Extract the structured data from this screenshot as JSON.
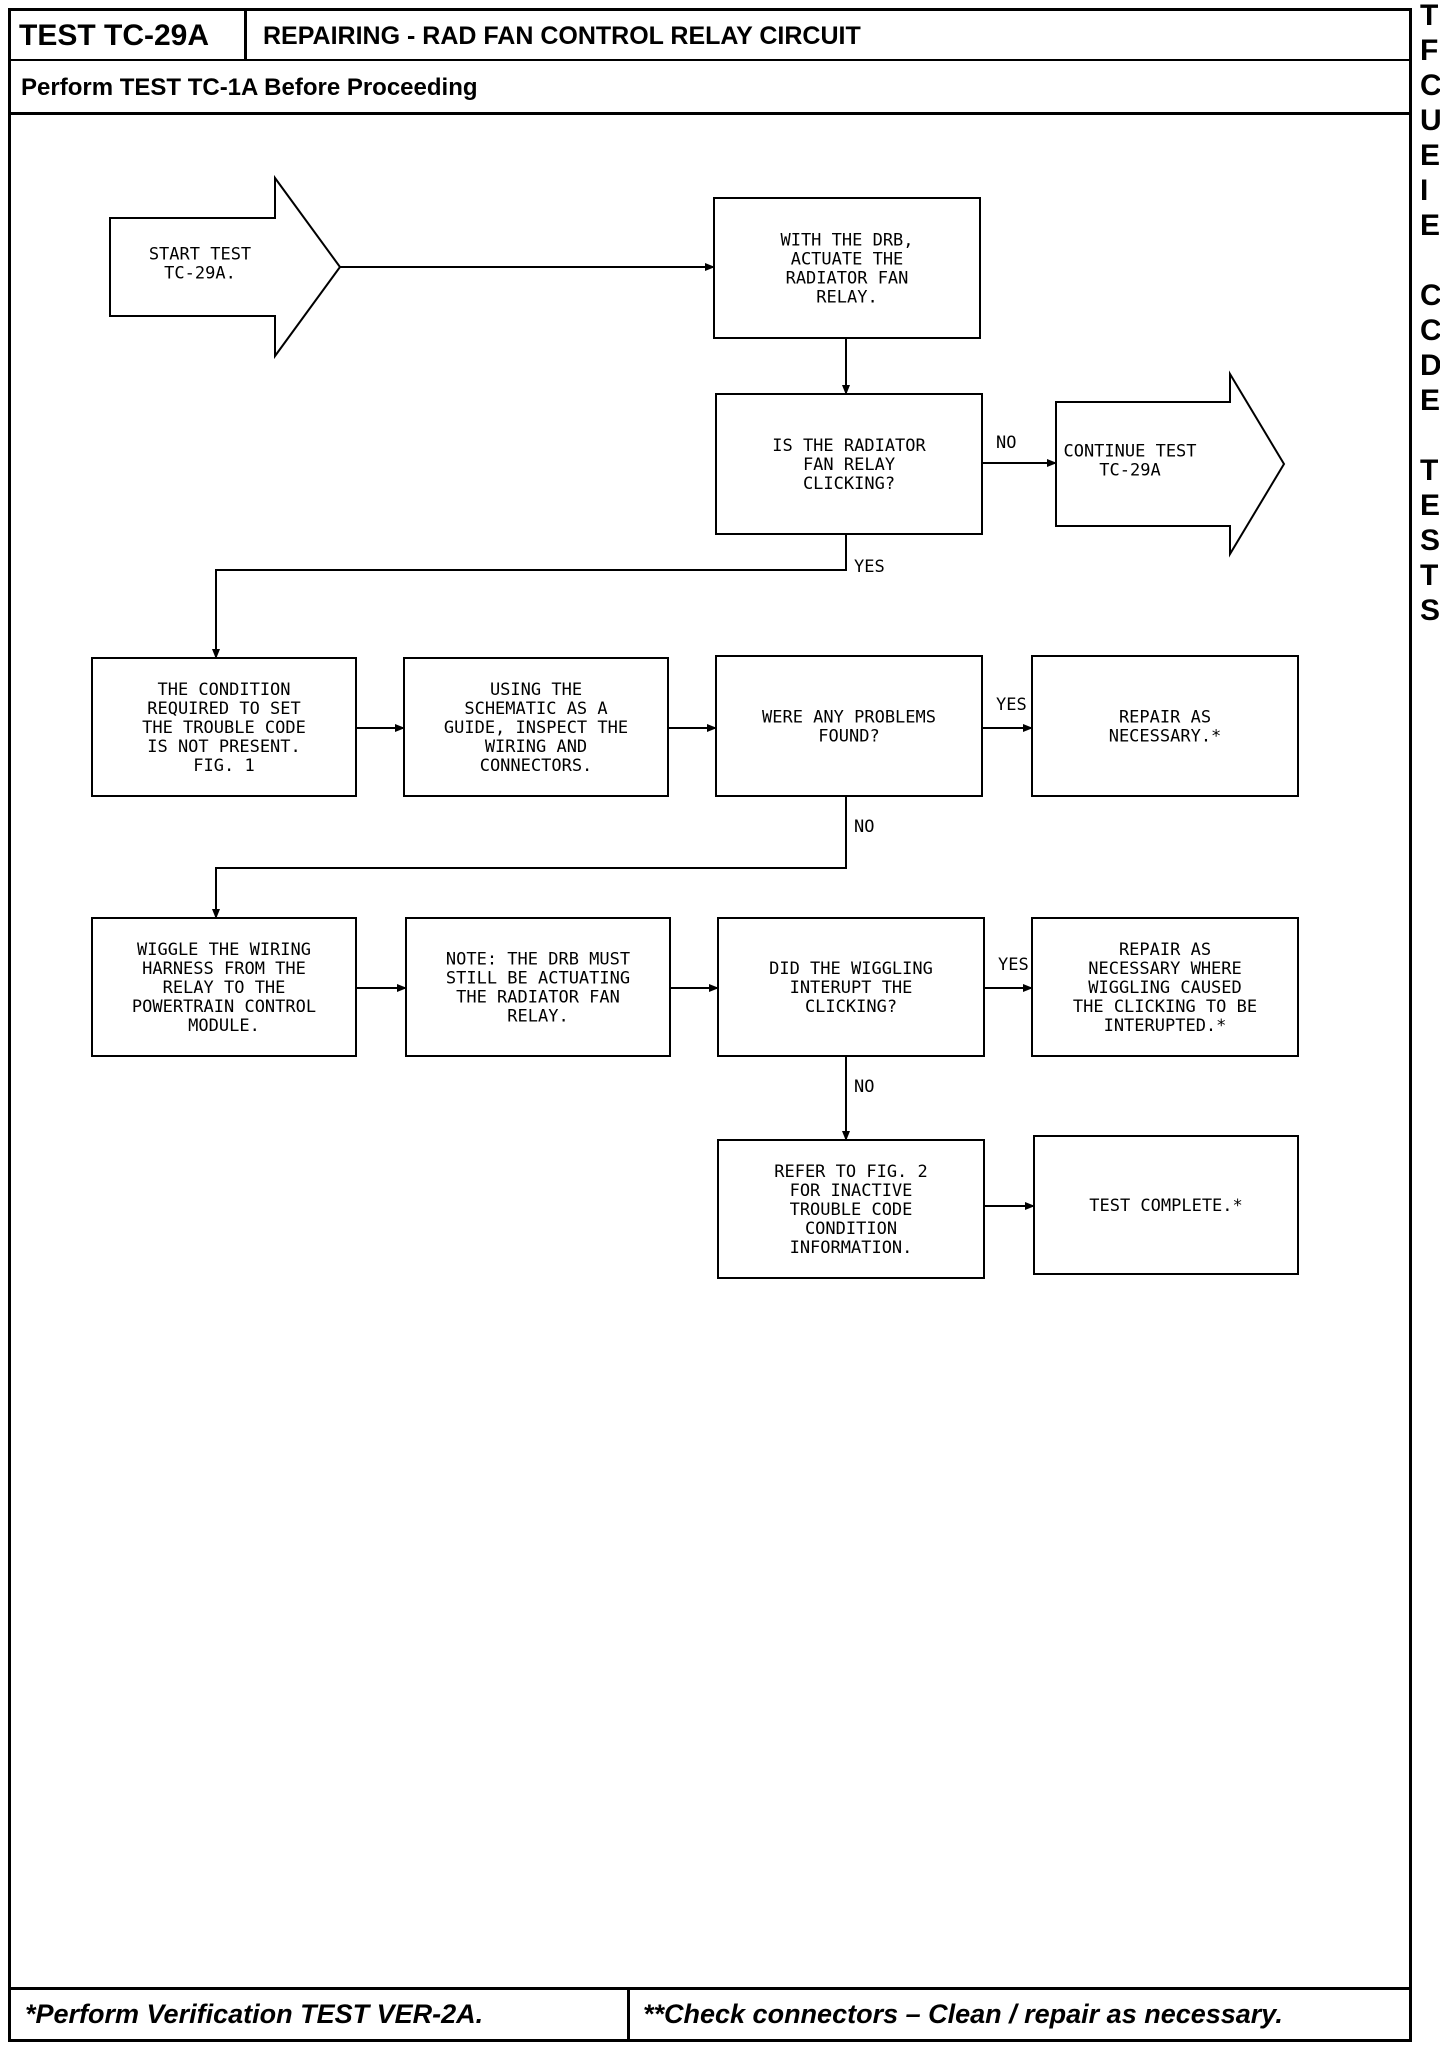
{
  "header": {
    "test_id": "TEST TC-29A",
    "title": "REPAIRING - RAD FAN CONTROL RELAY CIRCUIT",
    "subtitle": "Perform TEST TC-1A Before Proceeding"
  },
  "footer": {
    "left": "*Perform Verification TEST VER-2A.",
    "right": "**Check connectors – Clean / repair as necessary."
  },
  "side_letters": [
    "T",
    "F",
    "C",
    "U",
    "E",
    "I",
    "E",
    "",
    "C",
    "C",
    "D",
    "E",
    "",
    "T",
    "E",
    "S",
    "T",
    "S"
  ],
  "flowchart": {
    "start": [
      "START TEST",
      "TC-29A."
    ],
    "actuate": [
      "WITH THE DRB,",
      "ACTUATE THE",
      "RADIATOR FAN",
      "RELAY."
    ],
    "clicking_question": [
      "IS THE RADIATOR",
      "FAN RELAY",
      "CLICKING?"
    ],
    "continue": [
      "CONTINUE TEST",
      "TC-29A"
    ],
    "condition_not_present": [
      "THE CONDITION",
      "REQUIRED TO SET",
      "THE TROUBLE CODE",
      "IS NOT PRESENT.",
      "FIG. 1"
    ],
    "inspect": [
      "USING THE",
      "SCHEMATIC AS A",
      "GUIDE, INSPECT THE",
      "WIRING AND",
      "CONNECTORS."
    ],
    "problems_question": [
      "WERE ANY PROBLEMS",
      "FOUND?"
    ],
    "repair": [
      "REPAIR AS",
      "NECESSARY.*"
    ],
    "wiggle": [
      "WIGGLE THE WIRING",
      "HARNESS FROM THE",
      "RELAY TO THE",
      "POWERTRAIN CONTROL",
      "MODULE."
    ],
    "note": [
      "NOTE: THE DRB MUST",
      "STILL BE ACTUATING",
      "THE RADIATOR FAN",
      "RELAY."
    ],
    "wiggle_question": [
      "DID THE WIGGLING",
      "INTERUPT THE",
      "CLICKING?"
    ],
    "repair_wiggle": [
      "REPAIR AS",
      "NECESSARY WHERE",
      "WIGGLING CAUSED",
      "THE CLICKING TO BE",
      "INTERUPTED.*"
    ],
    "refer": [
      "REFER TO FIG. 2",
      "FOR INACTIVE",
      "TROUBLE CODE",
      "CONDITION",
      "INFORMATION."
    ],
    "complete": [
      "TEST COMPLETE.*"
    ],
    "labels": {
      "no1": "NO",
      "yes1": "YES",
      "yes2": "YES",
      "no2": "NO",
      "yes3": "YES",
      "no3": "NO"
    }
  }
}
